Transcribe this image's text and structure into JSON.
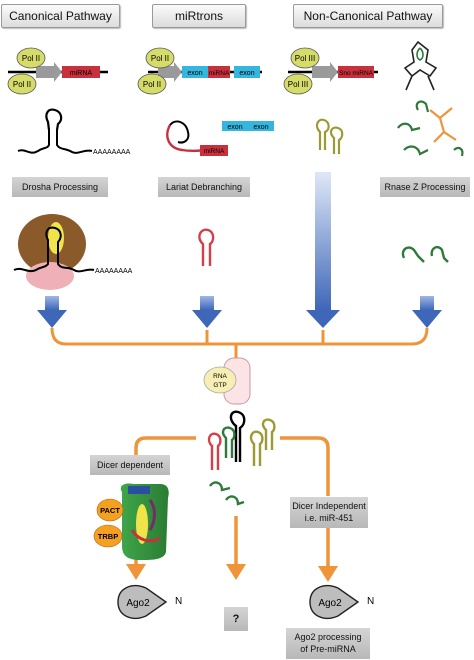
{
  "headers": {
    "canonical": "Canonical Pathway",
    "mirtrons": "miRtrons",
    "noncanonical": "Non-Canonical Pathway"
  },
  "genes": {
    "pol2": "Pol II",
    "pol3": "Pol III",
    "mirna": "miRNA",
    "exon": "exon",
    "sno_mirna": "Sno miRNA"
  },
  "processing": {
    "drosha": "Drosha Processing",
    "lariat": "Lariat Debranching",
    "rnase": "Rnase Z Processing"
  },
  "misc": {
    "polya_1": "AAAAAAAA",
    "polya_2": "AAAAAAAA",
    "exportin_rna": "RNA",
    "exportin_gtp": "GTP",
    "pact": "PACT",
    "trbp": "TRBP"
  },
  "dicer": {
    "dependent": "Dicer dependent",
    "independent_1": "Dicer Independent",
    "independent_2": "i.e. miR-451"
  },
  "outcomes": {
    "ago2_left": "Ago2",
    "ago2_left_n": "N",
    "ago2_right": "Ago2",
    "ago2_right_n": "N",
    "unknown": "?",
    "ago2_processing_1": "Ago2 processing",
    "ago2_processing_2": "of Pre-miRNA"
  },
  "colors": {
    "orange": "#f0943a",
    "blue": "#4f79c4",
    "pol_green": "#d6dc6a",
    "mirna_red": "#c8303c",
    "exon_blue": "#35b6de",
    "hairpin_red": "#d4404a",
    "hairpin_olive": "#9c9a32",
    "hairpin_green": "#2e7a3a"
  }
}
